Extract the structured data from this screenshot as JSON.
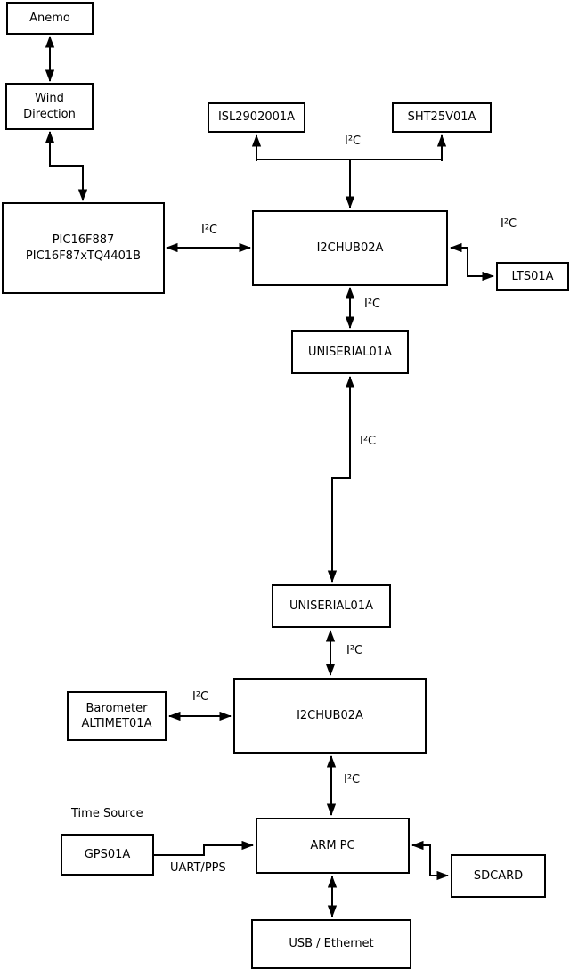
{
  "diagram": {
    "boxes": {
      "anemo": {
        "label": "Anemo"
      },
      "wind_direction": {
        "label": "Wind\nDirection"
      },
      "pic_controller": {
        "label": "PIC16F887\nPIC16F87xTQ4401B"
      },
      "isl_sensor": {
        "label": "ISL2902001A"
      },
      "sht_sensor": {
        "label": "SHT25V01A"
      },
      "i2c_hub_top": {
        "label": "I2CHUB02A"
      },
      "lts_sensor": {
        "label": "LTS01A"
      },
      "uniserial_top": {
        "label": "UNISERIAL01A"
      },
      "uniserial_bottom": {
        "label": "UNISERIAL01A"
      },
      "i2c_hub_bottom": {
        "label": "I2CHUB02A"
      },
      "barometer": {
        "label": "Barometer\nALTIMET01A"
      },
      "gps": {
        "label": "GPS01A"
      },
      "arm_pc": {
        "label": "ARM PC"
      },
      "sdcard": {
        "label": "SDCARD"
      },
      "usb_ethernet": {
        "label": "USB / Ethernet"
      }
    },
    "edge_labels": {
      "i2c_sensor_bus": "I²C",
      "i2c_pic_hub": "I²C",
      "i2c_hub_lts": "I²C",
      "i2c_hub_uniserial": "I²C",
      "i2c_long_link": "I²C",
      "i2c_uniserial_hub": "I²C",
      "i2c_barometer_hub": "I²C",
      "i2c_hub_armpc": "I²C",
      "time_source": "Time Source",
      "uart_pps": "UART/PPS"
    },
    "colors": {
      "line": "#000000",
      "box_border": "#000000",
      "box_fill": "#ffffff",
      "background": "#ffffff",
      "text": "#000000"
    }
  }
}
